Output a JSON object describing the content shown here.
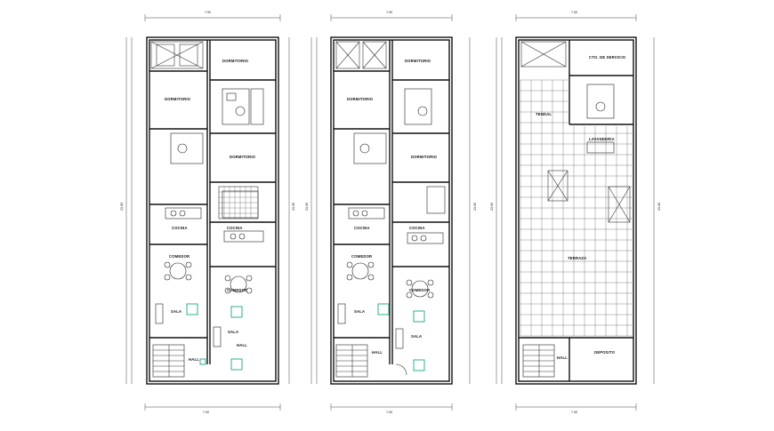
{
  "plans": [
    {
      "id": "plan-1",
      "top_dimension": "7.00",
      "bottom_dimension": "7.00",
      "side_dimension_left": "23.00",
      "side_dimension_right": "23.00",
      "rooms": [
        "DORMITORIO",
        "DORMITORIO",
        "DORMITORIO",
        "COCINA",
        "COCINA",
        "COMEDOR",
        "COMEDOR",
        "SALA",
        "SALA",
        "HALL",
        "HALL"
      ]
    },
    {
      "id": "plan-2",
      "top_dimension": "7.00",
      "bottom_dimension": "7.00",
      "side_dimension_left": "23.00",
      "side_dimension_right": "23.00",
      "rooms": [
        "DORMITORIO",
        "DORMITORIO",
        "DORMITORIO",
        "COCINA",
        "COCINA",
        "COMEDOR",
        "COMEDOR",
        "SALA",
        "SALA",
        "HALL"
      ]
    },
    {
      "id": "plan-3",
      "top_dimension": "7.00",
      "bottom_dimension": "7.00",
      "side_dimension_left": "23.00",
      "side_dimension_right": "23.00",
      "rooms": [
        "CTO. DE SERVICIO",
        "TENDAL",
        "LAVANDERIA",
        "TERRAZA",
        "HALL",
        "DEPOSITO"
      ]
    }
  ],
  "colors": {
    "line": "#111111",
    "accent": "#1aa58a",
    "background": "#ffffff"
  }
}
